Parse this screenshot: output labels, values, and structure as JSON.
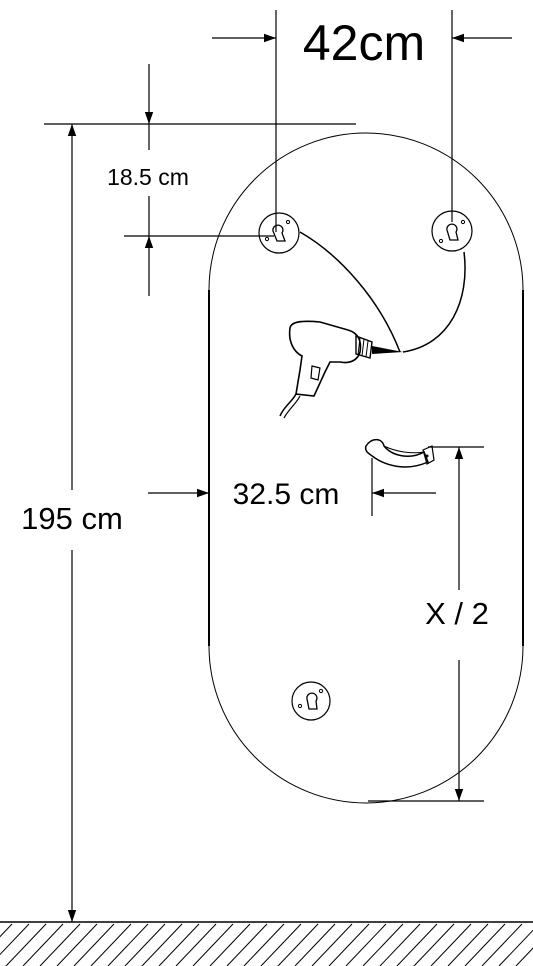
{
  "labels": {
    "top_spacing": "42cm",
    "top_offset": "18.5 cm",
    "total_height": "195 cm",
    "side_offset": "32.5 cm",
    "half_x": "X / 2"
  },
  "icons": {
    "drill": "drill-icon",
    "keyhole": "keyhole-bracket-icon",
    "hook": "hook-icon",
    "floor": "floor-hatching"
  }
}
